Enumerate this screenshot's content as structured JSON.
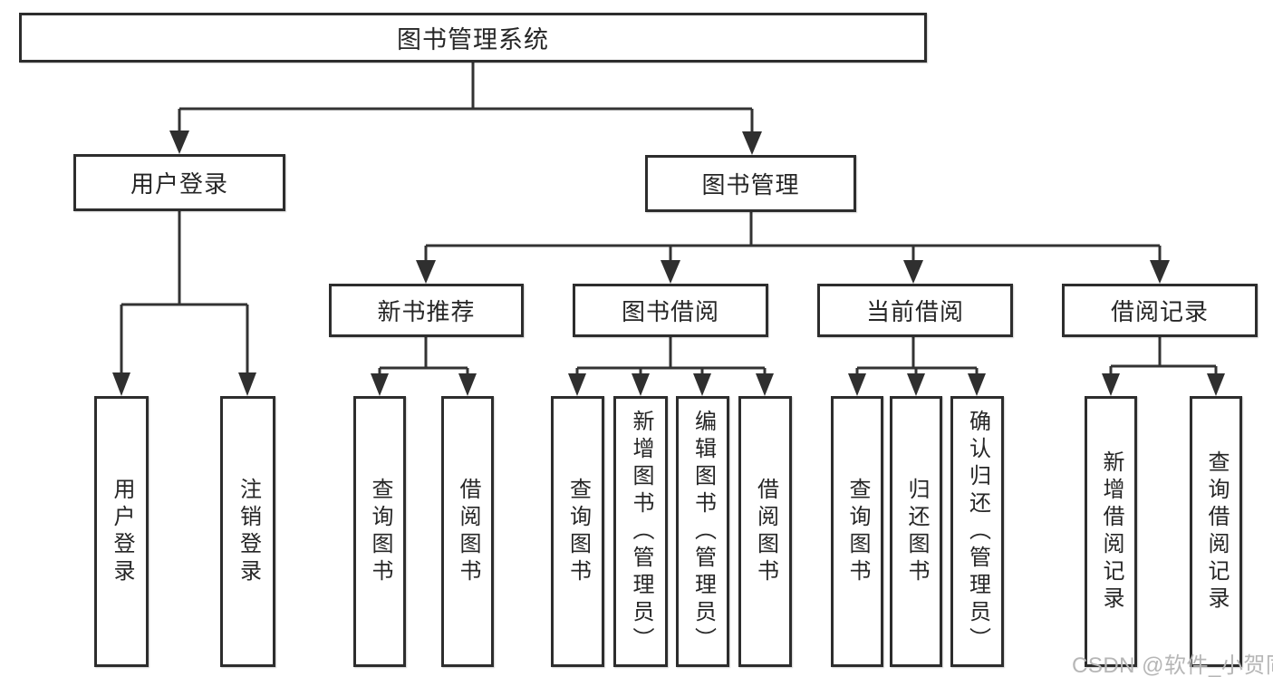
{
  "diagram": {
    "root": {
      "label": "图书管理系统"
    },
    "level2": [
      {
        "label": "用户登录"
      },
      {
        "label": "图书管理"
      }
    ],
    "level3": [
      {
        "label": "新书推荐"
      },
      {
        "label": "图书借阅"
      },
      {
        "label": "当前借阅"
      },
      {
        "label": "借阅记录"
      }
    ],
    "leaves": [
      {
        "label": "用户登录"
      },
      {
        "label": "注销登录"
      },
      {
        "label": "查询图书"
      },
      {
        "label": "借阅图书"
      },
      {
        "label": "查询图书"
      },
      {
        "label": "新增图书（管理员）"
      },
      {
        "label": "编辑图书（管理员）"
      },
      {
        "label": "借阅图书"
      },
      {
        "label": "查询图书"
      },
      {
        "label": "归还图书"
      },
      {
        "label": "确认归还（管理员）"
      },
      {
        "label": "新增借阅记录"
      },
      {
        "label": "查询借阅记录"
      }
    ]
  },
  "watermark": {
    "text": "CSDN @软件_小贺同学"
  },
  "colors": {
    "line": "#333333",
    "border": "#2d2d2d",
    "text": "#262626",
    "watermark": "#b6b6b6",
    "background": "#ffffff"
  }
}
